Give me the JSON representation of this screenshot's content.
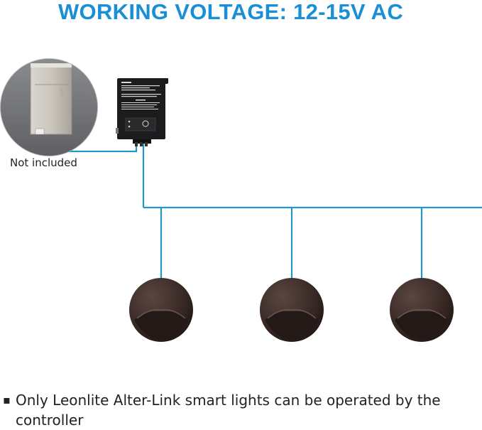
{
  "title": "WORKING VOLTAGE: 12-15V AC",
  "transformer_label": "Not included",
  "note": "Only Leonlite Alter-Link smart lights can be operated by the controller",
  "colors": {
    "title": "#1a8fd6",
    "wire": "#2196c9",
    "light_body": "#3a2a26",
    "controller": "#1c1c1e"
  },
  "icons": {
    "transformer": "power-transformer-icon",
    "controller": "smart-controller-icon",
    "light": "round-step-light-icon"
  },
  "light_count": 3
}
